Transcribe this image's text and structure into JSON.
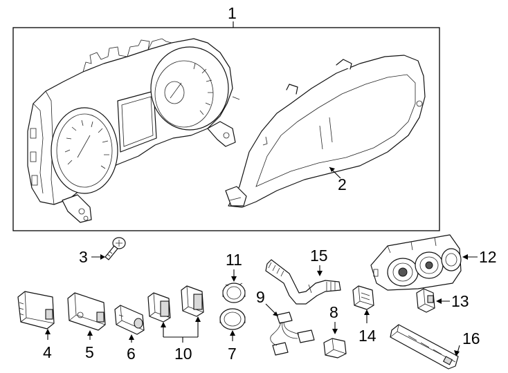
{
  "callouts": {
    "c1": "1",
    "c2": "2",
    "c3": "3",
    "c4": "4",
    "c5": "5",
    "c6": "6",
    "c7": "7",
    "c8": "8",
    "c9": "9",
    "c10": "10",
    "c11": "11",
    "c12": "12",
    "c13": "13",
    "c14": "14",
    "c15": "15",
    "c16": "16"
  },
  "parts": [
    {
      "id": 1,
      "icon": "instrument-cluster"
    },
    {
      "id": 2,
      "icon": "cluster-lens"
    },
    {
      "id": 3,
      "icon": "screw"
    },
    {
      "id": 4,
      "icon": "switch"
    },
    {
      "id": 5,
      "icon": "switch"
    },
    {
      "id": 6,
      "icon": "switch"
    },
    {
      "id": 7,
      "icon": "knob"
    },
    {
      "id": 8,
      "icon": "cap"
    },
    {
      "id": 9,
      "icon": "wire-harness"
    },
    {
      "id": 10,
      "icon": "switch-pair"
    },
    {
      "id": 11,
      "icon": "knob"
    },
    {
      "id": 12,
      "icon": "climate-control-panel"
    },
    {
      "id": 13,
      "icon": "switch"
    },
    {
      "id": 14,
      "icon": "connector"
    },
    {
      "id": 15,
      "icon": "duct-hose"
    },
    {
      "id": 16,
      "icon": "switch-panel"
    }
  ],
  "colors": {
    "line": "#111111",
    "background": "#ffffff"
  }
}
